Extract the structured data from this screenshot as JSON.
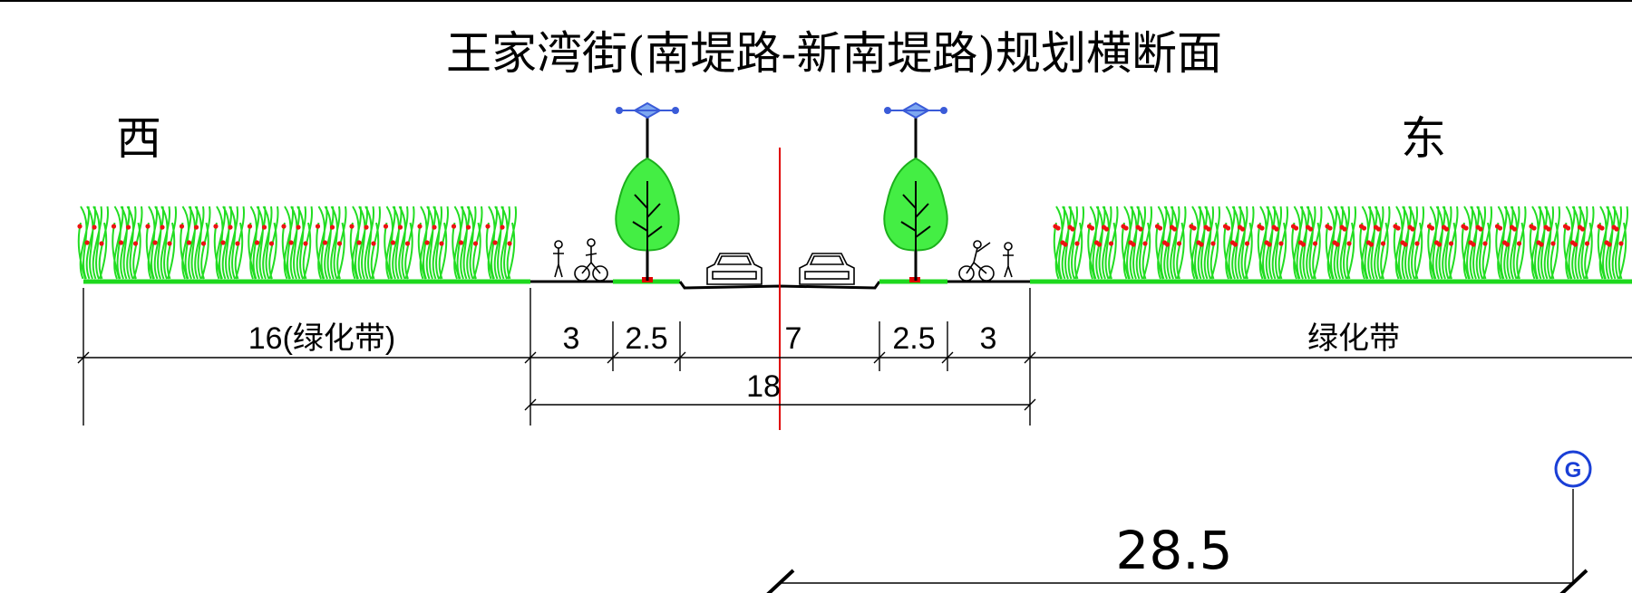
{
  "title": "王家湾街(南堤路-新南堤路)规划横断面",
  "direction_west": "西",
  "direction_east": "东",
  "dimensions": {
    "west_green_belt": "16(绿化带)",
    "west_sidewalk": "3",
    "west_tree_strip": "2.5",
    "carriageway": "7",
    "east_tree_strip": "2.5",
    "east_sidewalk": "3",
    "east_green_belt": "绿化带",
    "road_total": "18",
    "offset_to_g": "28.5"
  },
  "marker_g": "G",
  "colors": {
    "shrub_green": "#22dd22",
    "berry_red": "#ee1111",
    "centerline_red": "#e00000",
    "marker_blue": "#1a3fd6",
    "lamp_blue": "#3a5bd8",
    "ground_green": "#1ed81e"
  }
}
